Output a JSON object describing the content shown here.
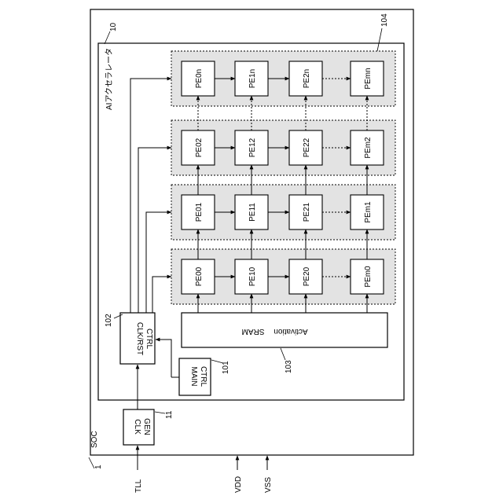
{
  "soc": {
    "label": "SOC",
    "ref": "1"
  },
  "accelerator": {
    "label": "AIアクセラレータ",
    "ref": "10"
  },
  "clk_gen": {
    "line1": "CLK",
    "line2": "GEN",
    "ref": "11"
  },
  "clk_rst": {
    "line1": "CLK/RST",
    "line2": "CTRL",
    "ref": "102"
  },
  "main_ctrl": {
    "line1": "MAIN",
    "line2": "CTRL",
    "ref": "101"
  },
  "sram": {
    "line1": "Activation",
    "line2": "SRAM",
    "ref": "103"
  },
  "pe_array_ref": "104",
  "inputs": {
    "tll": "TLL",
    "vdd": "VDD",
    "vss": "VSS"
  },
  "pe_rows": [
    [
      "PE00",
      "PE10",
      "PE20",
      "PEm0"
    ],
    [
      "PE01",
      "PE11",
      "PE21",
      "PEm1"
    ],
    [
      "PE02",
      "PE12",
      "PE22",
      "PEm2"
    ],
    [
      "PE0n",
      "PE1n",
      "PE2n",
      "PEmn"
    ]
  ]
}
